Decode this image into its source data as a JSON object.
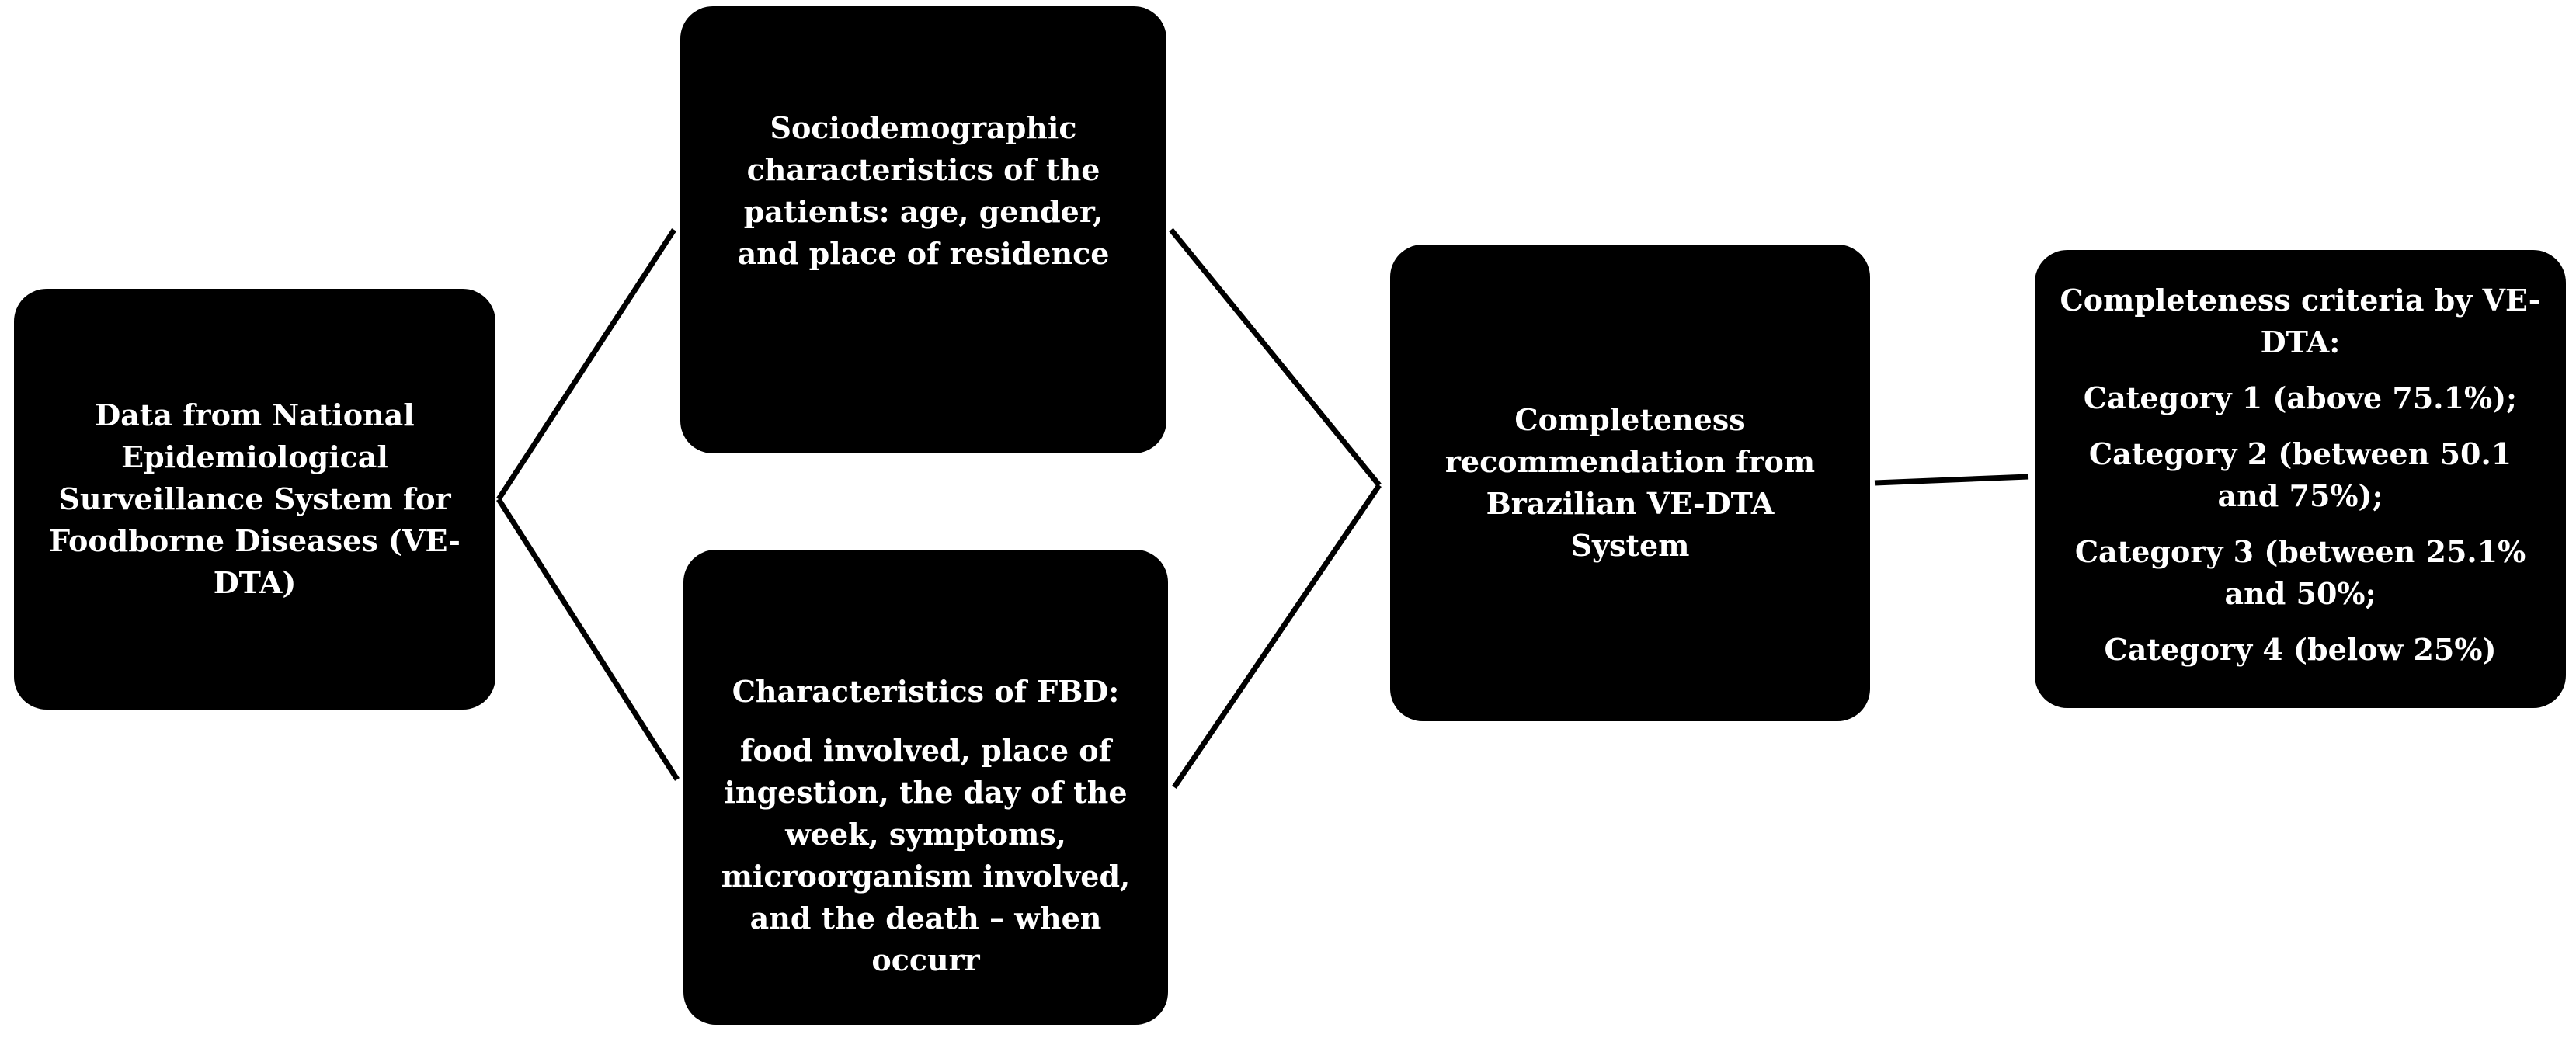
{
  "nodes": {
    "source": {
      "text": "Data from National Epidemiological Surveillance System for Foodborne Diseases (VE-DTA)"
    },
    "sociodemographic": {
      "text": "Sociodemographic characteristics of the patients: age, gender, and place of residence"
    },
    "fbd": {
      "heading": "Characteristics of FBD:",
      "body": "food involved, place of ingestion, the day of the week, symptoms, microorganism involved, and the death – when occurr"
    },
    "recommendation": {
      "text": "Completeness recommendation from Brazilian VE-DTA System"
    },
    "criteria": {
      "heading": "Completeness criteria by VE-DTA:",
      "categories": [
        "Category 1 (above 75.1%);",
        "Category 2 (between 50.1 and 75%);",
        "Category 3 (between 25.1% and 50%;",
        "Category 4 (below 25%)"
      ]
    }
  },
  "colors": {
    "box_fill": "#000000",
    "box_text": "#ffffff",
    "connector": "#000000",
    "background": "#ffffff"
  }
}
